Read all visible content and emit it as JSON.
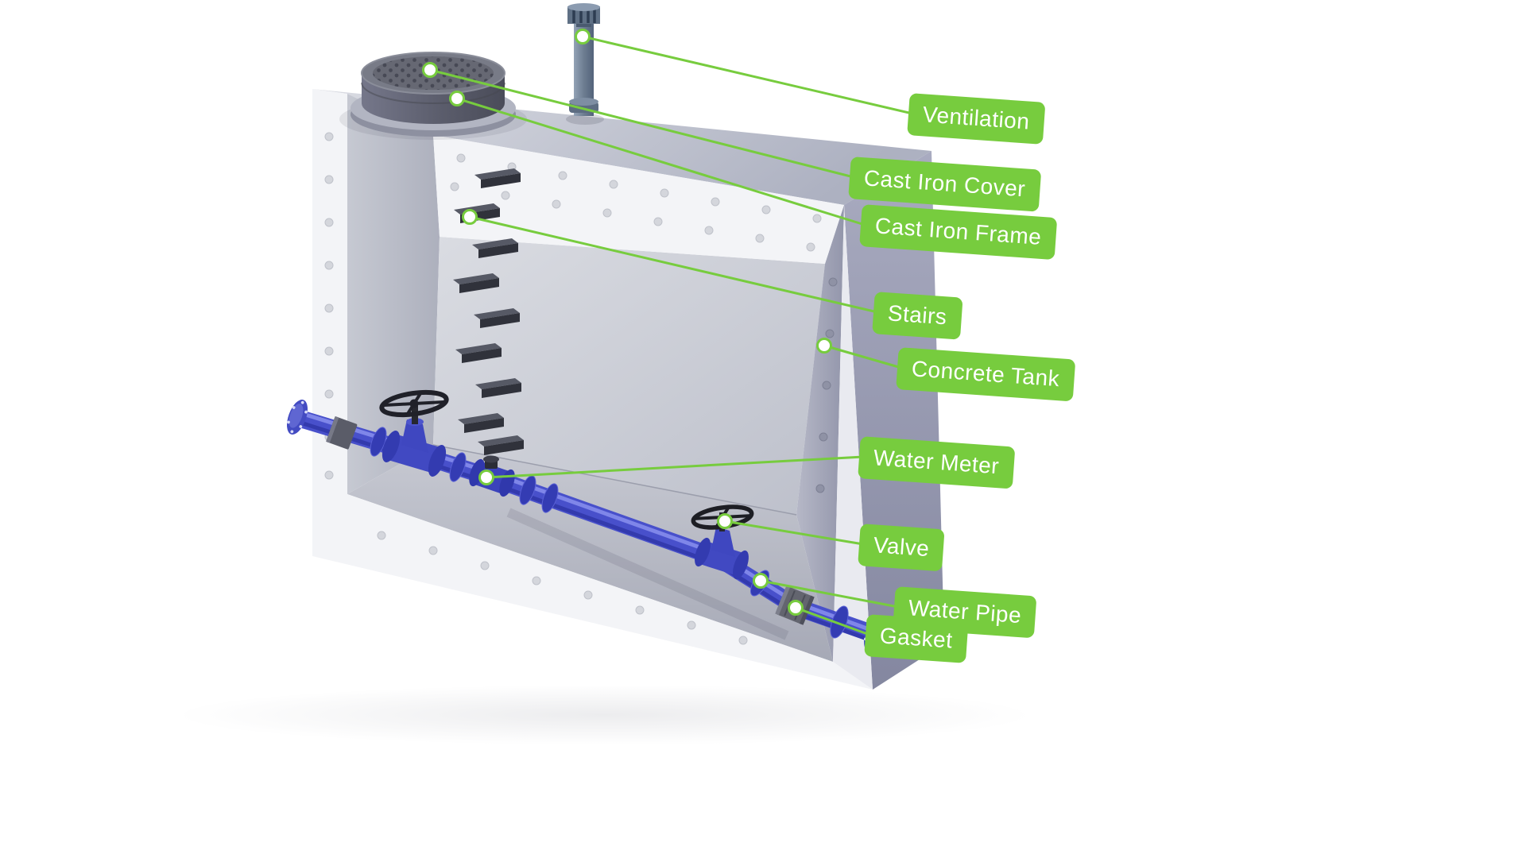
{
  "theme": {
    "accent": "#77cc3e",
    "pipe_blue": "#4850cb",
    "concrete": "#f3f4f7",
    "background": "#ffffff"
  },
  "diagram": {
    "labels": [
      {
        "id": "ventilation",
        "text": "Ventilation"
      },
      {
        "id": "cast_iron_cover",
        "text": "Cast Iron Cover"
      },
      {
        "id": "cast_iron_frame",
        "text": "Cast Iron Frame"
      },
      {
        "id": "stairs",
        "text": "Stairs"
      },
      {
        "id": "concrete_tank",
        "text": "Concrete Tank"
      },
      {
        "id": "water_meter",
        "text": "Water Meter"
      },
      {
        "id": "valve",
        "text": "Valve"
      },
      {
        "id": "water_pipe",
        "text": "Water Pipe"
      },
      {
        "id": "gasket",
        "text": "Gasket"
      }
    ]
  }
}
